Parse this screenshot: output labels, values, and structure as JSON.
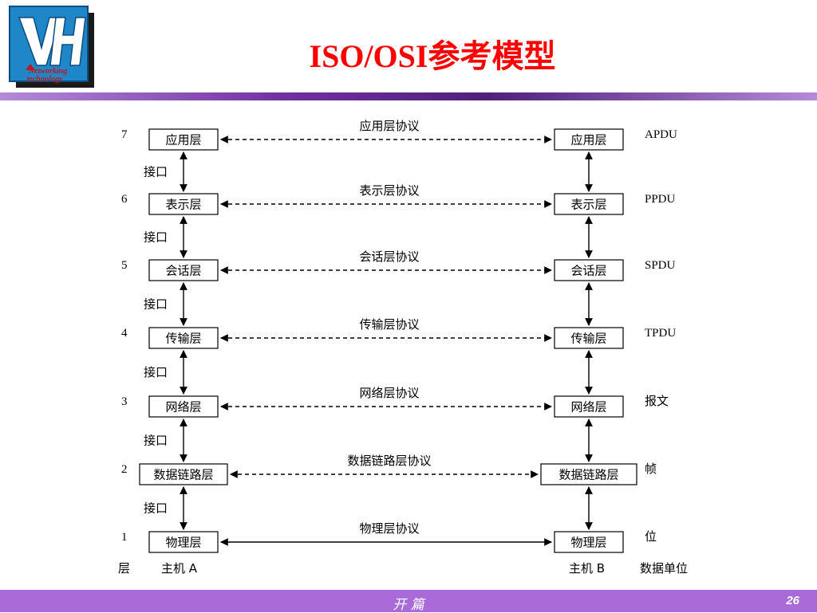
{
  "slide": {
    "title": "ISO/OSI参考模型",
    "logo_text": "Networking technology",
    "footer_center": "开  篇",
    "page_number": "26"
  },
  "diagram": {
    "interface_label": "接口",
    "layers": [
      {
        "number": "7",
        "name": "应用层",
        "protocol": "应用层协议",
        "unit": "APDU",
        "dashed": true
      },
      {
        "number": "6",
        "name": "表示层",
        "protocol": "表示层协议",
        "unit": "PPDU",
        "dashed": true
      },
      {
        "number": "5",
        "name": "会话层",
        "protocol": "会话层协议",
        "unit": "SPDU",
        "dashed": true
      },
      {
        "number": "4",
        "name": "传输层",
        "protocol": "传输层协议",
        "unit": "TPDU",
        "dashed": true
      },
      {
        "number": "3",
        "name": "网络层",
        "protocol": "网络层协议",
        "unit": "报文",
        "dashed": true
      },
      {
        "number": "2",
        "name": "数据链路层",
        "protocol": "数据链路层协议",
        "unit": "帧",
        "dashed": true
      },
      {
        "number": "1",
        "name": "物理层",
        "protocol": "物理层协议",
        "unit": "位",
        "dashed": false
      }
    ],
    "bottom": {
      "layer_label": "层",
      "host_a": "主机 A",
      "host_b": "主机 B",
      "unit_label": "数据单位"
    }
  }
}
